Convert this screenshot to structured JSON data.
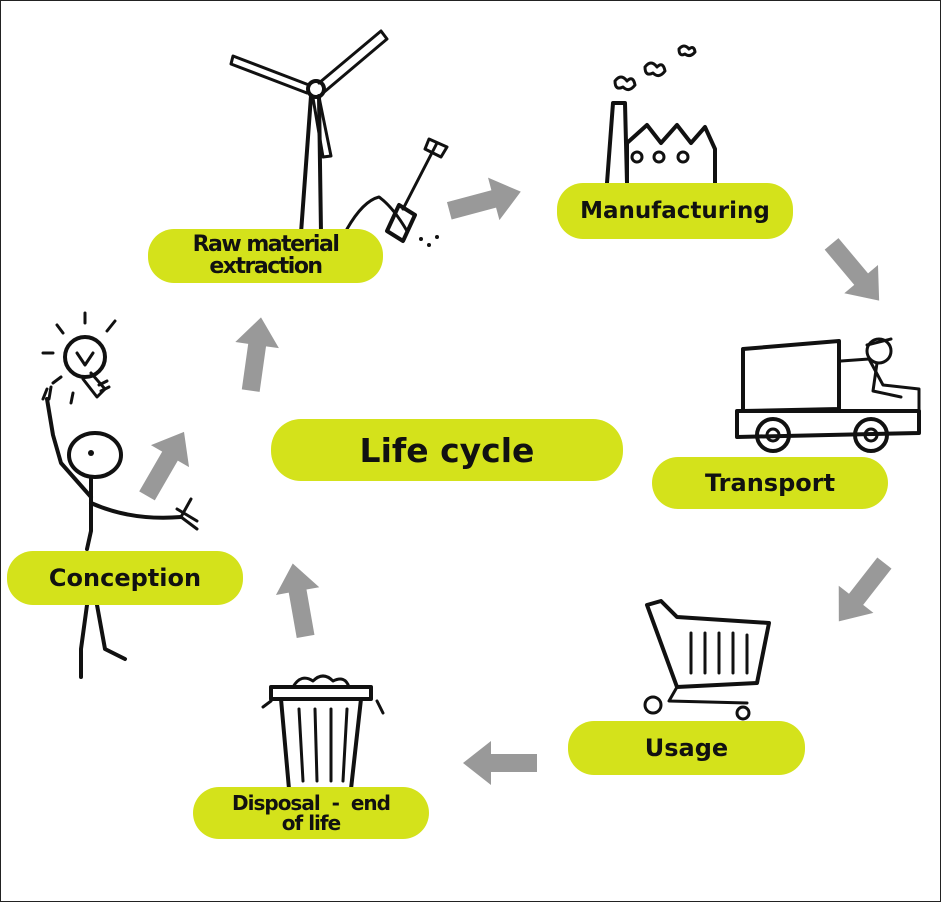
{
  "diagram": {
    "center_label": "Life cycle",
    "stages": {
      "raw_material": [
        "Raw material",
        "extraction"
      ],
      "manufacturing": "Manufacturing",
      "transport": "Transport",
      "usage": "Usage",
      "disposal": [
        "Disposal  -  end",
        "of life"
      ],
      "conception": "Conception"
    },
    "colors": {
      "pill": "#d4e21b",
      "arrow": "#999999",
      "sketch": "#111111"
    },
    "icons": [
      "wind-turbine-icon",
      "shovel-icon",
      "factory-icon",
      "truck-icon",
      "shopping-cart-icon",
      "trash-can-icon",
      "stick-figure-icon",
      "light-bulb-icon"
    ]
  }
}
